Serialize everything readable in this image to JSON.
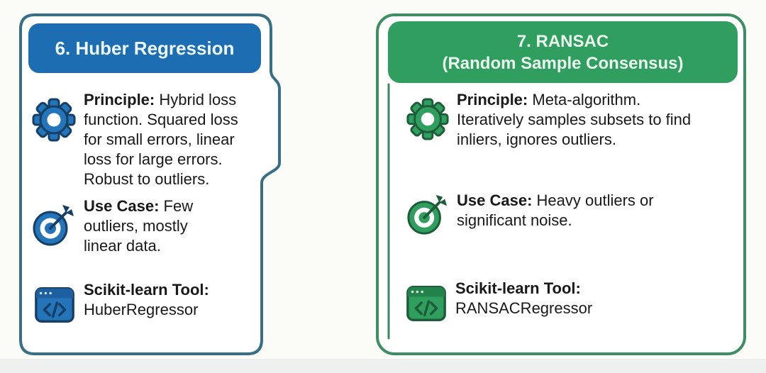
{
  "background": {
    "color": "#fbfbf8",
    "bottom_band_color": "#edf0ee"
  },
  "cards": [
    {
      "name": "huber-regression",
      "title": "6. Huber Regression",
      "accent_color": "#1d6db3",
      "border_color": "#366f86",
      "icon_color": "#2474b9",
      "sections": [
        {
          "icon": "gear-icon",
          "label": "Principle:",
          "rest": "Hybrid loss",
          "lines": [
            "function. Squared loss",
            "for small errors, linear",
            "loss for large errors.",
            "Robust to outliers."
          ]
        },
        {
          "icon": "target-icon",
          "label": "Use Case:",
          "rest": "Few",
          "lines": [
            "outliers, mostly",
            "linear data."
          ]
        },
        {
          "icon": "code-window-icon",
          "label": "Scikit-learn Tool:",
          "rest": "",
          "lines": [
            "HuberRegressor"
          ]
        }
      ]
    },
    {
      "name": "ransac",
      "title_lines": [
        "7. RANSAC",
        "(Random Sample Consensus)"
      ],
      "accent_color": "#2f9e5f",
      "border_color": "#3e8e63",
      "icon_color": "#2f9e5e",
      "sections": [
        {
          "icon": "gear-icon",
          "label": "Principle:",
          "rest": "Meta-algorithm.",
          "lines": [
            "Iteratively samples subsets to find",
            "inliers, ignores outliers."
          ]
        },
        {
          "icon": "target-icon",
          "label": "Use Case:",
          "rest": "Heavy outliers or",
          "lines": [
            "significant noise."
          ]
        },
        {
          "icon": "code-window-icon",
          "label": "Scikit-learn Tool:",
          "rest": "",
          "lines": [
            "RANSACRegressor"
          ]
        }
      ]
    }
  ]
}
